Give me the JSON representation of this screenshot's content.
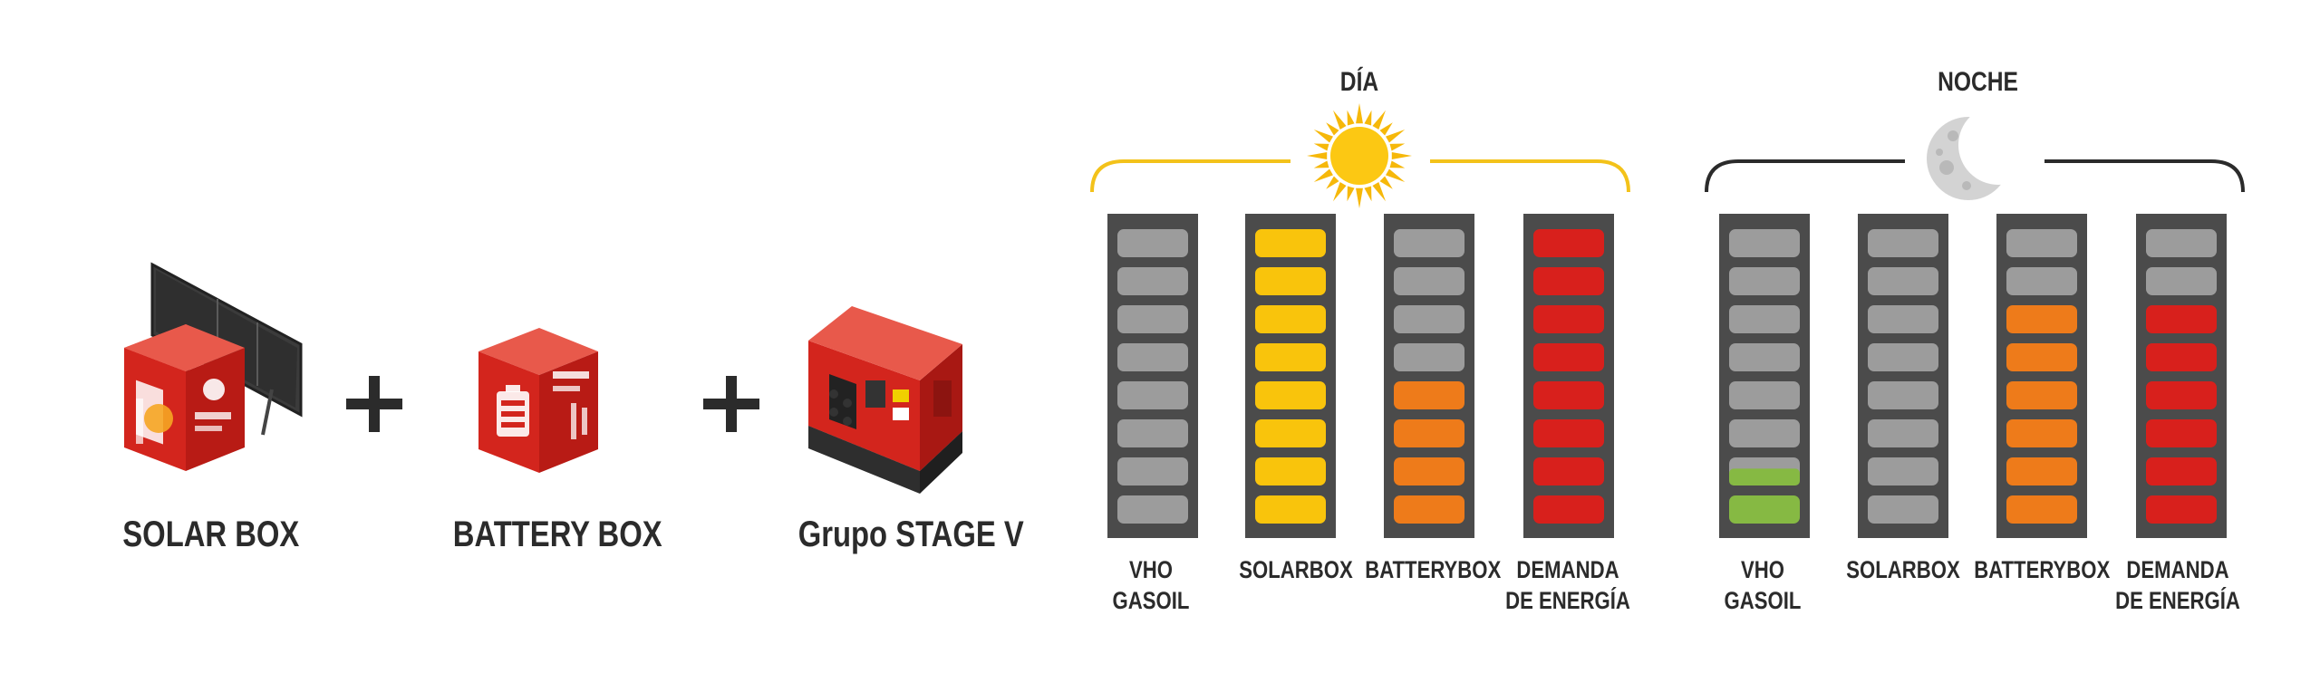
{
  "products": {
    "solar_box": {
      "name": "SOLAR BOX"
    },
    "battery_box": {
      "name": "BATTERY BOX"
    },
    "generator": {
      "name": "Grupo STAGE V"
    }
  },
  "colors": {
    "red": "#d8201c",
    "yellow": "#f9c40c",
    "orange": "#ee7b1a",
    "green": "#86b943",
    "gray": "#9c9c9c",
    "frame": "#4b4b4b",
    "text": "#2b2b2b"
  },
  "icons": {
    "sun": "sun-icon",
    "moon": "moon-icon",
    "plus": "plus-icon"
  },
  "chart_data": [
    {
      "type": "bar",
      "title": "DÍA",
      "segments_per_bar": 8,
      "series": [
        {
          "name": "VHO GASOIL",
          "label_lines": [
            "VHO",
            "GASOIL"
          ],
          "level": 0,
          "color": "gray"
        },
        {
          "name": "SOLARBOX",
          "label_lines": [
            "SOLARBOX"
          ],
          "level": 8,
          "color": "yellow"
        },
        {
          "name": "BATTERYBOX",
          "label_lines": [
            "BATTERYBOX"
          ],
          "level": 4,
          "color": "orange"
        },
        {
          "name": "DEMANDA DE ENERGÍA",
          "label_lines": [
            "DEMANDA",
            "DE ENERGÍA"
          ],
          "level": 8,
          "color": "red"
        }
      ]
    },
    {
      "type": "bar",
      "title": "NOCHE",
      "segments_per_bar": 8,
      "series": [
        {
          "name": "VHO GASOIL",
          "label_lines": [
            "VHO",
            "GASOIL"
          ],
          "level": 1.6,
          "color": "green"
        },
        {
          "name": "SOLARBOX",
          "label_lines": [
            "SOLARBOX"
          ],
          "level": 0,
          "color": "gray"
        },
        {
          "name": "BATTERYBOX",
          "label_lines": [
            "BATTERYBOX"
          ],
          "level": 6,
          "color": "orange"
        },
        {
          "name": "DEMANDA DE ENERGÍA",
          "label_lines": [
            "DEMANDA",
            "DE ENERGÍA"
          ],
          "level": 6,
          "color": "red"
        }
      ]
    }
  ]
}
